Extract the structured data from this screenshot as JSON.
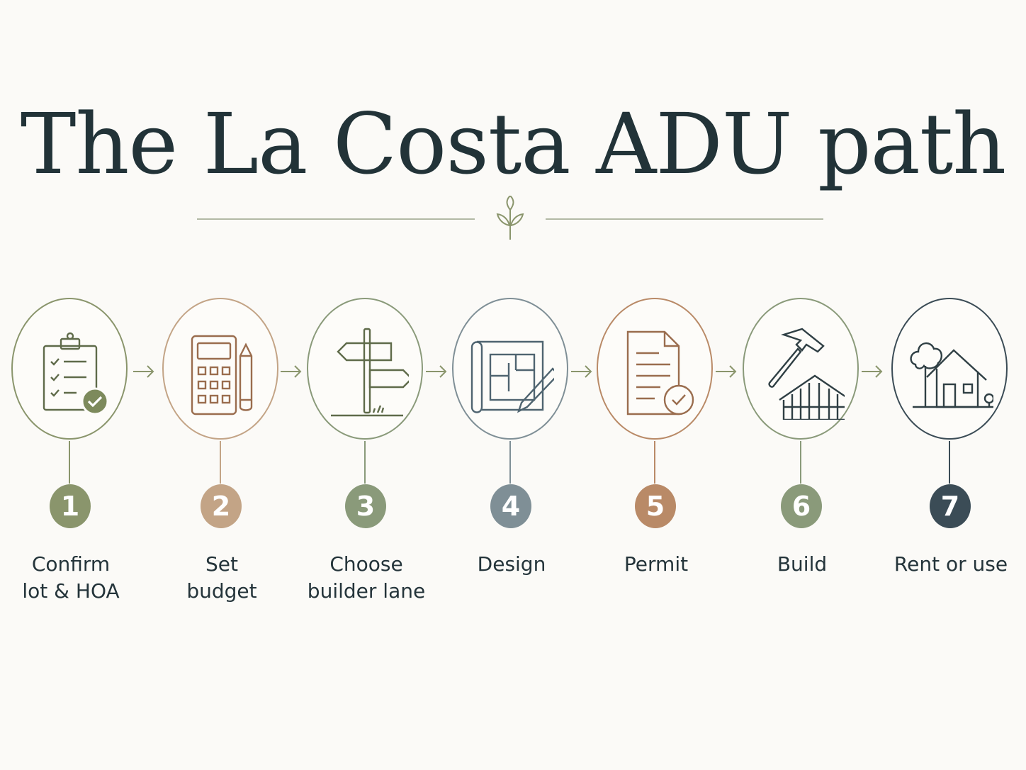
{
  "title": "The La Costa ADU path",
  "colors": {
    "sage": "#8a956c",
    "clay": "#c3a486",
    "moss": "#8a9a7a",
    "slate": "#7f8f96",
    "terracotta": "#b98a67",
    "navy": "#3b4c56",
    "line": "#9aa38a"
  },
  "divider": {
    "icon": "sprout-icon"
  },
  "steps": [
    {
      "number": "1",
      "label_line1": "Confirm",
      "label_line2": "lot & HOA",
      "icon": "clipboard-check-icon",
      "color": "#8a956c"
    },
    {
      "number": "2",
      "label_line1": "Set",
      "label_line2": "budget",
      "icon": "calculator-pencil-icon",
      "color": "#c3a486"
    },
    {
      "number": "3",
      "label_line1": "Choose",
      "label_line2": "builder lane",
      "icon": "signpost-icon",
      "color": "#8a9a7a"
    },
    {
      "number": "4",
      "label_line1": "Design",
      "label_line2": "",
      "icon": "blueprint-icon",
      "color": "#7f8f96"
    },
    {
      "number": "5",
      "label_line1": "Permit",
      "label_line2": "",
      "icon": "approved-document-icon",
      "color": "#b98a67"
    },
    {
      "number": "6",
      "label_line1": "Build",
      "label_line2": "",
      "icon": "hammer-frame-icon",
      "color": "#8a9a7a"
    },
    {
      "number": "7",
      "label_line1": "Rent or use",
      "label_line2": "",
      "icon": "house-icon",
      "color": "#3b4c56"
    }
  ]
}
